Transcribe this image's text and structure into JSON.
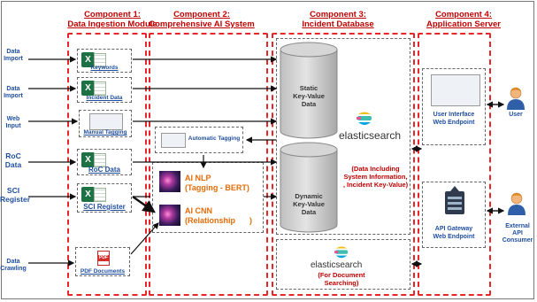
{
  "components": [
    {
      "title_line1": "Component 1:",
      "title_line2": "Data Ingestion Module"
    },
    {
      "title_line1": "Component 2:",
      "title_line2": "Comprehensive AI System"
    },
    {
      "title_line1": "Component 3:",
      "title_line2": "Incident Database"
    },
    {
      "title_line1": "Component 4:",
      "title_line2": "Application Server"
    }
  ],
  "inputs": {
    "data_import_1": "Data Import",
    "data_import_2": "Data Import",
    "web_input": "Web Input",
    "roc_data": "RoC Data",
    "sci_register": "SCI Register",
    "data_crawling": "Data Crawling"
  },
  "ingestion": {
    "keywords": "Keywords",
    "incident_data": "Incident Data",
    "manual_tagging": "Manual Tagging",
    "roc_data": "RoC Data",
    "sci_register": "SCI Register",
    "pdf_documents": "PDF Documents",
    "pdf_icon_text": "PDF"
  },
  "ai": {
    "automatic_tagging": "Automatic Tagging",
    "nlp_line1": "AI NLP",
    "nlp_line2": "(Tagging - BERT)",
    "cnn_line1": "AI CNN",
    "cnn_line2": "(Relationship",
    "cnn_close": ")"
  },
  "database": {
    "static_line1": "Static",
    "static_line2": "Key-Value",
    "static_line3": "Data",
    "dynamic_line1": "Dynamic",
    "dynamic_line2": "Key-Value",
    "dynamic_line3": "Data",
    "elasticsearch": "elasticsearch",
    "note_line1": "(Data Including",
    "note_line2": "System Information,",
    "note_line3": ", Incident Key-Value)",
    "search_note_line1": "(For Document",
    "search_note_line2": "Searching)"
  },
  "server": {
    "ui_line1": "User Interface",
    "ui_line2": "Web Endpoint",
    "api_line1": "API Gateway",
    "api_line2": "Web Endpoint"
  },
  "actors": {
    "user": "User",
    "external_line1": "External",
    "external_line2": "API",
    "external_line3": "Consumer"
  },
  "icons": {
    "excel": "X",
    "excel_icon": "excel-icon",
    "elasticsearch_icon": "elasticsearch-icon",
    "user_icon": "user-icon",
    "gateway_icon": "api-gateway-icon"
  },
  "colors": {
    "title_red": "#c00000",
    "dashed_red": "#e8262a",
    "label_blue": "#1f4e9e",
    "ai_orange": "#e36c09",
    "excel_green": "#1e7145"
  }
}
